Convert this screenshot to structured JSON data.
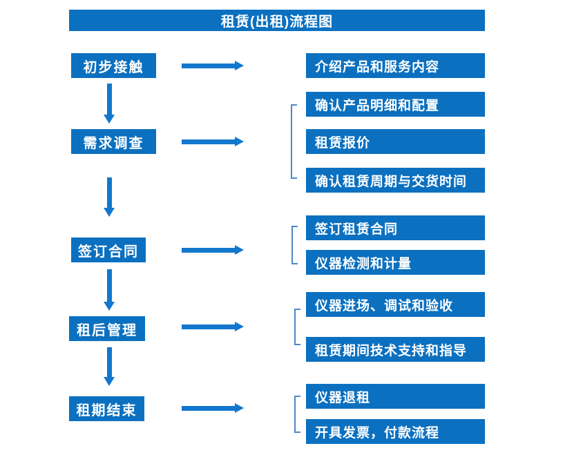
{
  "title": "租赁(出租)流程图",
  "colors": {
    "box_blue": "#0b70c0",
    "arrow_blue": "#1277cd",
    "bracket_blue": "#4d87c6"
  },
  "steps": [
    {
      "label": "初步接触",
      "outputs": [
        "介绍产品和服务内容"
      ]
    },
    {
      "label": "需求调查",
      "outputs": [
        "确认产品明细和配置",
        "租赁报价",
        "确认租赁周期与交货时间"
      ]
    },
    {
      "label": "签订合同",
      "outputs": [
        "签订租赁合同",
        "仪器检测和计量"
      ]
    },
    {
      "label": "租后管理",
      "outputs": [
        "仪器进场、调试和验收",
        "租赁期间技术支持和指导"
      ]
    },
    {
      "label": "租期结束",
      "outputs": [
        "仪器退租",
        "开具发票，付款流程"
      ]
    }
  ]
}
